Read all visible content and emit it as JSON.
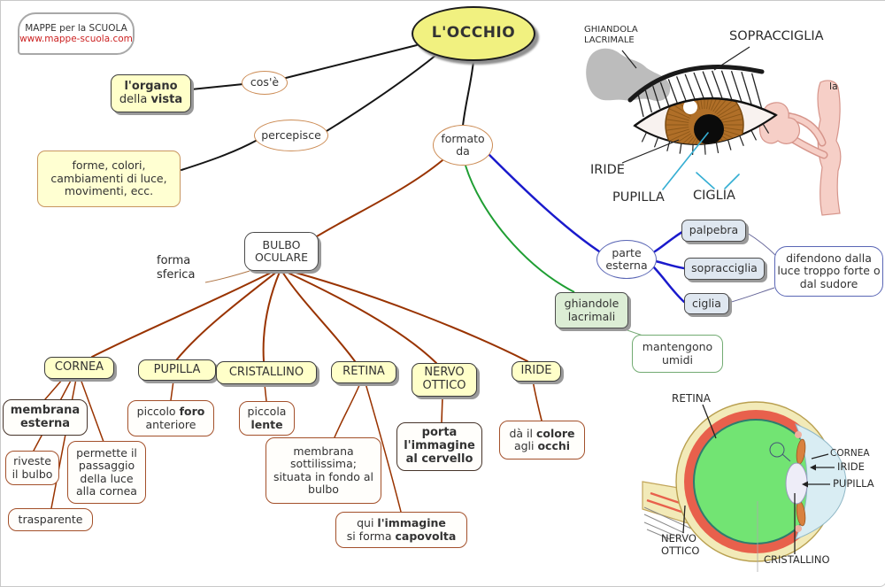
{
  "logo": {
    "title": "MAPPE per la SCUOLA",
    "url": "www.mappe-scuola.com"
  },
  "root": {
    "label": "L'OCCHIO"
  },
  "connectors": {
    "cose": "cos'è",
    "percepisce": "percepisce",
    "formato": "formato da"
  },
  "organo": {
    "line1": "l'organo",
    "line2_pre": "della ",
    "line2_bold": "vista"
  },
  "forme": {
    "text": "forme, colori, cambiamenti di luce, movimenti, ecc."
  },
  "bulbo": {
    "label": "BULBO OCULARE",
    "note": "forma sferica"
  },
  "parts": {
    "cornea": "CORNEA",
    "pupilla": "PUPILLA",
    "cristallino": "CRISTALLINO",
    "retina": "RETINA",
    "nervo": "NERVO OTTICO",
    "iride": "IRIDE"
  },
  "details": {
    "membrana": "membrana esterna",
    "riveste": "riveste il bulbo",
    "permette": "permette il passaggio della luce alla cornea",
    "trasparente": "trasparente",
    "foro_pre": "piccolo ",
    "foro_bold": "foro",
    "foro_line2": "anteriore",
    "lente_pre": "piccola",
    "lente_bold": "lente",
    "sottilissima": "membrana sottilissima; situata in fondo al bulbo",
    "capovolta_pre1": "qui ",
    "capovolta_bold1": "l'immagine",
    "capovolta_pre2": "si forma ",
    "capovolta_bold2": "capovolta",
    "porta": "porta l'immagine al cervello",
    "colore_pre1": "dà il ",
    "colore_bold1": "colore",
    "colore_pre2": "agli ",
    "colore_bold2": "occhi"
  },
  "esterna": {
    "label": "parte esterna",
    "palpebra": "palpebra",
    "sopracciglia": "sopracciglia",
    "ciglia": "ciglia",
    "difendono": "difendono dalla luce troppo forte o dal sudore"
  },
  "ghiandole": {
    "label": "ghiandole lacrimali",
    "note": "mantengono umidi"
  },
  "eye_front": {
    "labels": {
      "ghiandola": "GHIANDOLA LACRIMALE",
      "sopracciglia": "SOPRACCIGLIA",
      "iride": "IRIDE",
      "pupilla": "PUPILLA",
      "ciglia": "CIGLIA",
      "la": "la"
    }
  },
  "eye_section": {
    "labels": {
      "retina": "RETINA",
      "cornea": "CORNEA",
      "iride": "IRIDE",
      "pupilla": "PUPILLA",
      "nervo": "NERVO OTTICO",
      "cristallino": "CRISTALLINO"
    }
  },
  "colors": {
    "line_brown": "#993300",
    "line_blue": "#1a1acc",
    "line_green": "#1f9e33",
    "node_yellow": "#ffffc9",
    "node_blue": "#dfe7f0",
    "node_green": "#dcedd5",
    "logo_red": "#cc2222",
    "iris_brown": "#b06f28"
  }
}
